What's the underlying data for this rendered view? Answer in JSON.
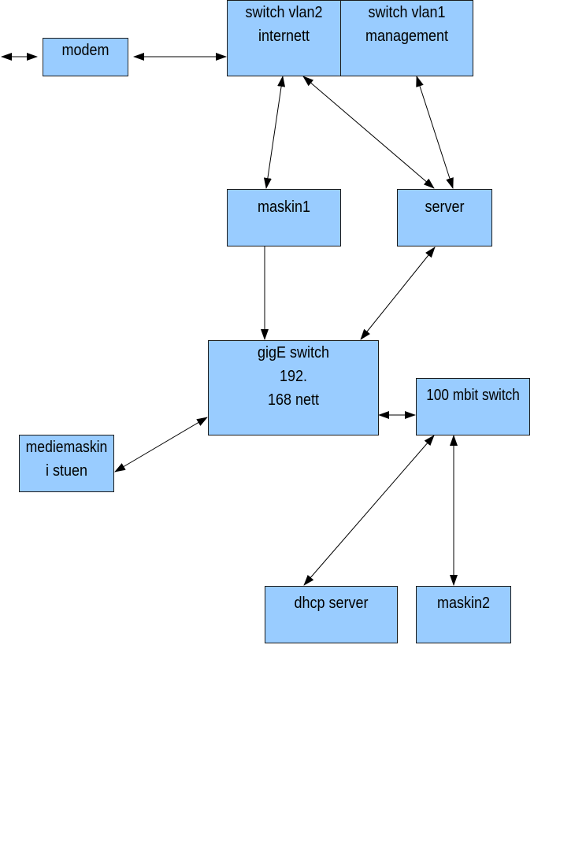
{
  "diagram": {
    "nodes": {
      "modem": {
        "lines": [
          "modem"
        ]
      },
      "switch_vlan2": {
        "lines": [
          "switch vlan2",
          "internett"
        ]
      },
      "switch_vlan1": {
        "lines": [
          "switch vlan1",
          "management"
        ]
      },
      "maskin1": {
        "lines": [
          "maskin1"
        ]
      },
      "server": {
        "lines": [
          "server"
        ]
      },
      "gige_switch": {
        "lines": [
          "gigE switch",
          "192.",
          "168 nett"
        ]
      },
      "mbit_switch": {
        "lines": [
          "100 mbit switch"
        ]
      },
      "mediemaskin": {
        "lines": [
          "mediemaskin",
          "i stuen"
        ]
      },
      "dhcp_server": {
        "lines": [
          "dhcp server"
        ]
      },
      "maskin2": {
        "lines": [
          "maskin2"
        ]
      }
    },
    "connections": [
      {
        "from": "external",
        "to": "modem"
      },
      {
        "from": "modem",
        "to": "switch_vlan2"
      },
      {
        "from": "switch_vlan2",
        "to": "maskin1"
      },
      {
        "from": "switch_vlan2",
        "to": "server"
      },
      {
        "from": "switch_vlan1",
        "to": "server"
      },
      {
        "from": "maskin1",
        "to": "gige_switch"
      },
      {
        "from": "server",
        "to": "gige_switch"
      },
      {
        "from": "gige_switch",
        "to": "mediemaskin"
      },
      {
        "from": "gige_switch",
        "to": "mbit_switch"
      },
      {
        "from": "mbit_switch",
        "to": "dhcp_server"
      },
      {
        "from": "mbit_switch",
        "to": "maskin2"
      }
    ],
    "colors": {
      "node_fill": "#99ccff",
      "node_border": "#1a1a1a",
      "arrow": "#000000"
    }
  }
}
